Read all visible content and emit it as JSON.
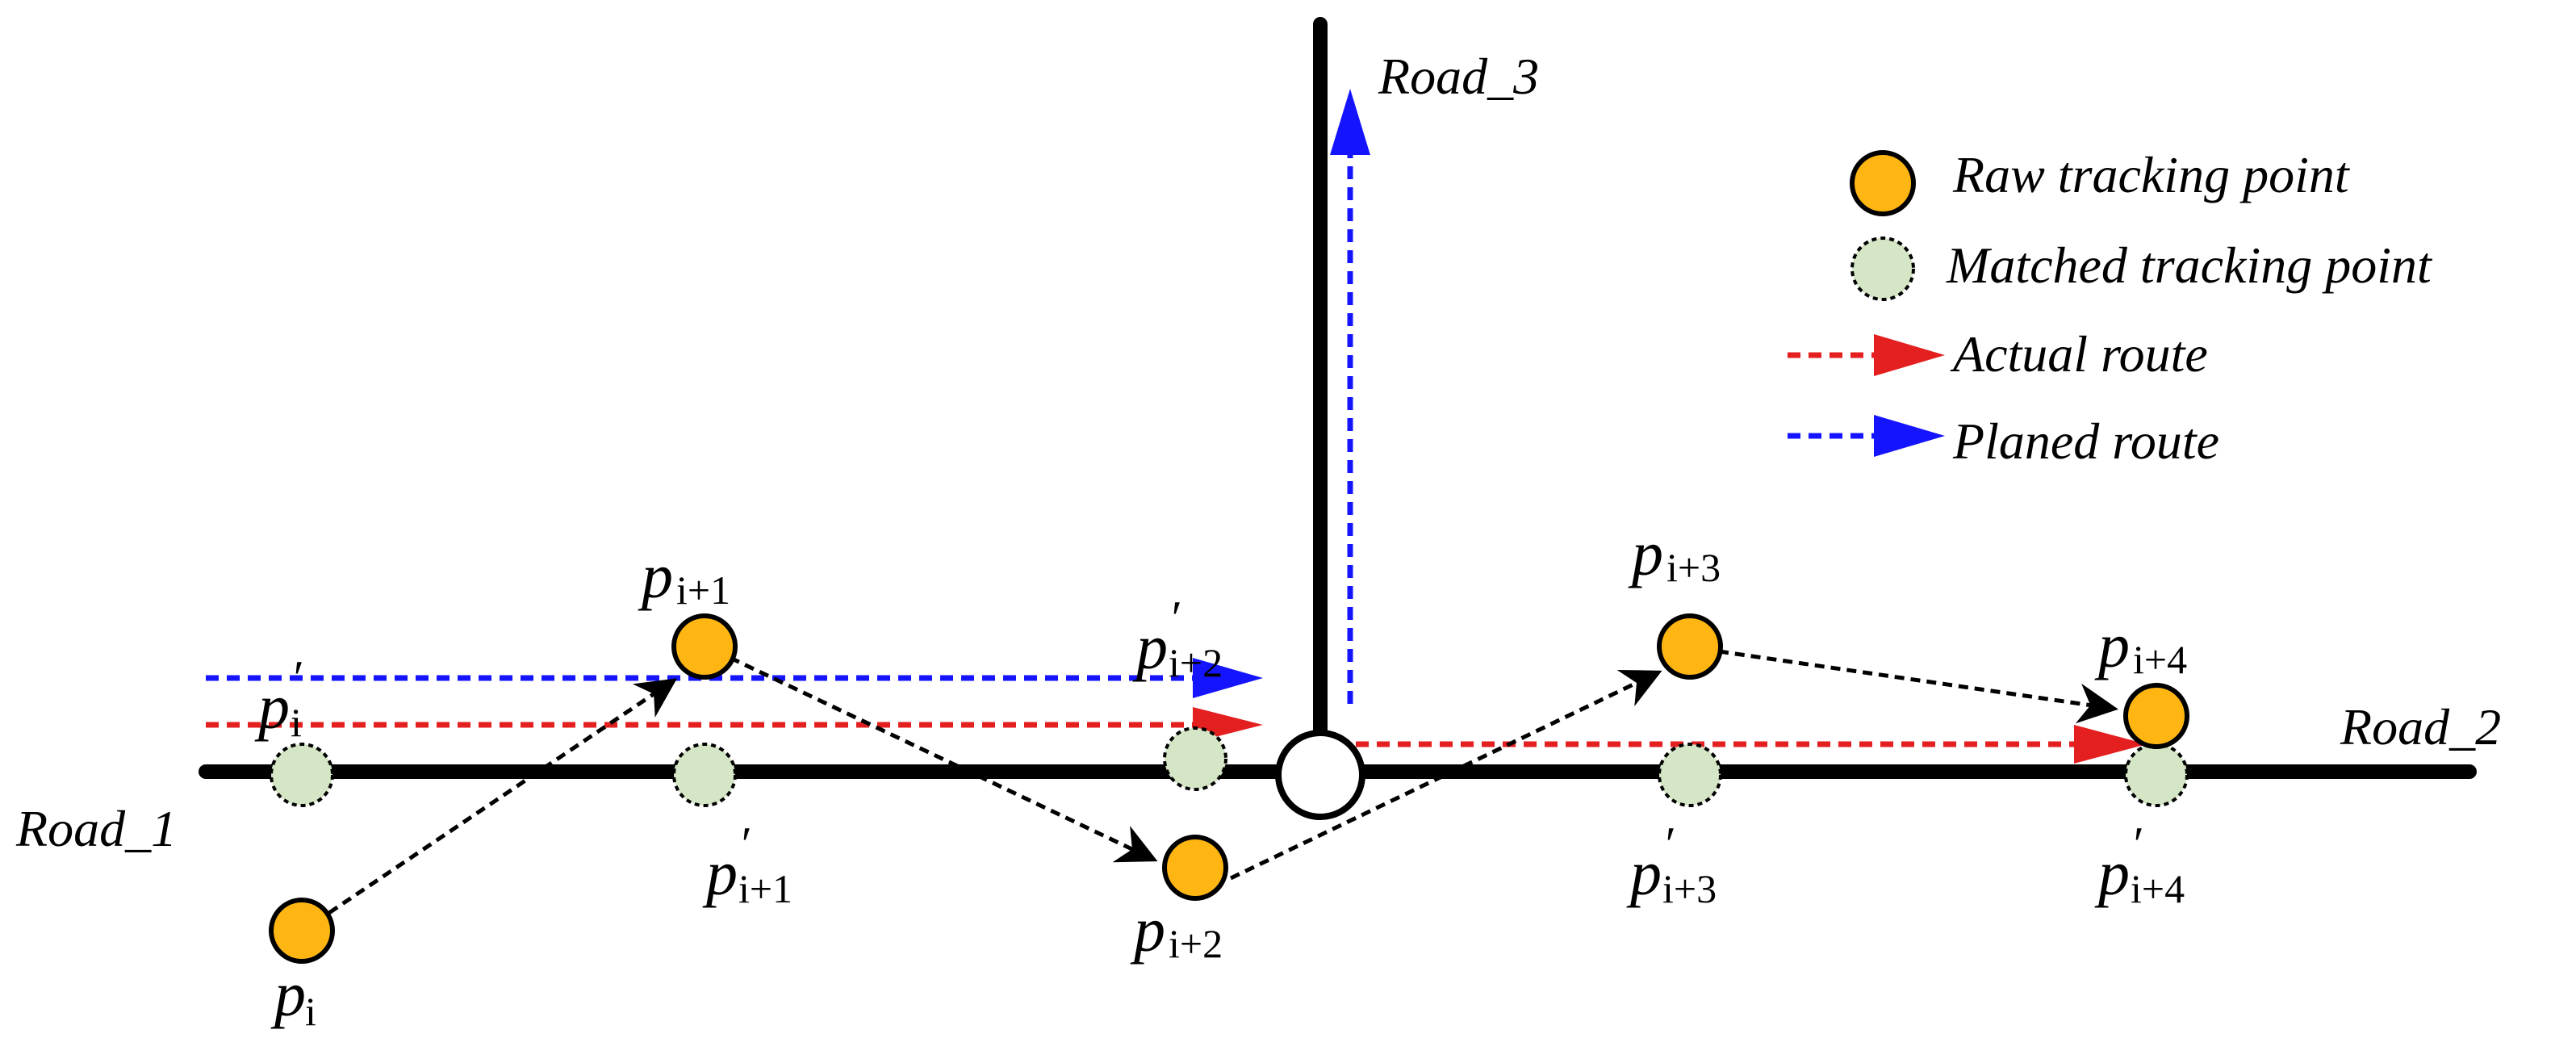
{
  "roads": {
    "road_1": "Road_1",
    "road_2": "Road_2",
    "road_3": "Road_3"
  },
  "legend": {
    "raw": "Raw tracking point",
    "matched": "Matched tracking point",
    "actual": "Actual route",
    "planned": "Planed route"
  },
  "points": {
    "p_letter": "p",
    "prime": "′",
    "sub_i": "i",
    "sub_i1": "i+1",
    "sub_i2": "i+2",
    "sub_i3": "i+3",
    "sub_i4": "i+4"
  },
  "colors": {
    "road": "#000000",
    "raw_fill": "#FFB612",
    "raw_stroke": "#000000",
    "matched_fill": "#D5E6C6",
    "intersection_fill": "#FFFFFF",
    "actual_route": "#E41F1F",
    "planned_route": "#1414FF",
    "transition": "#000000"
  }
}
